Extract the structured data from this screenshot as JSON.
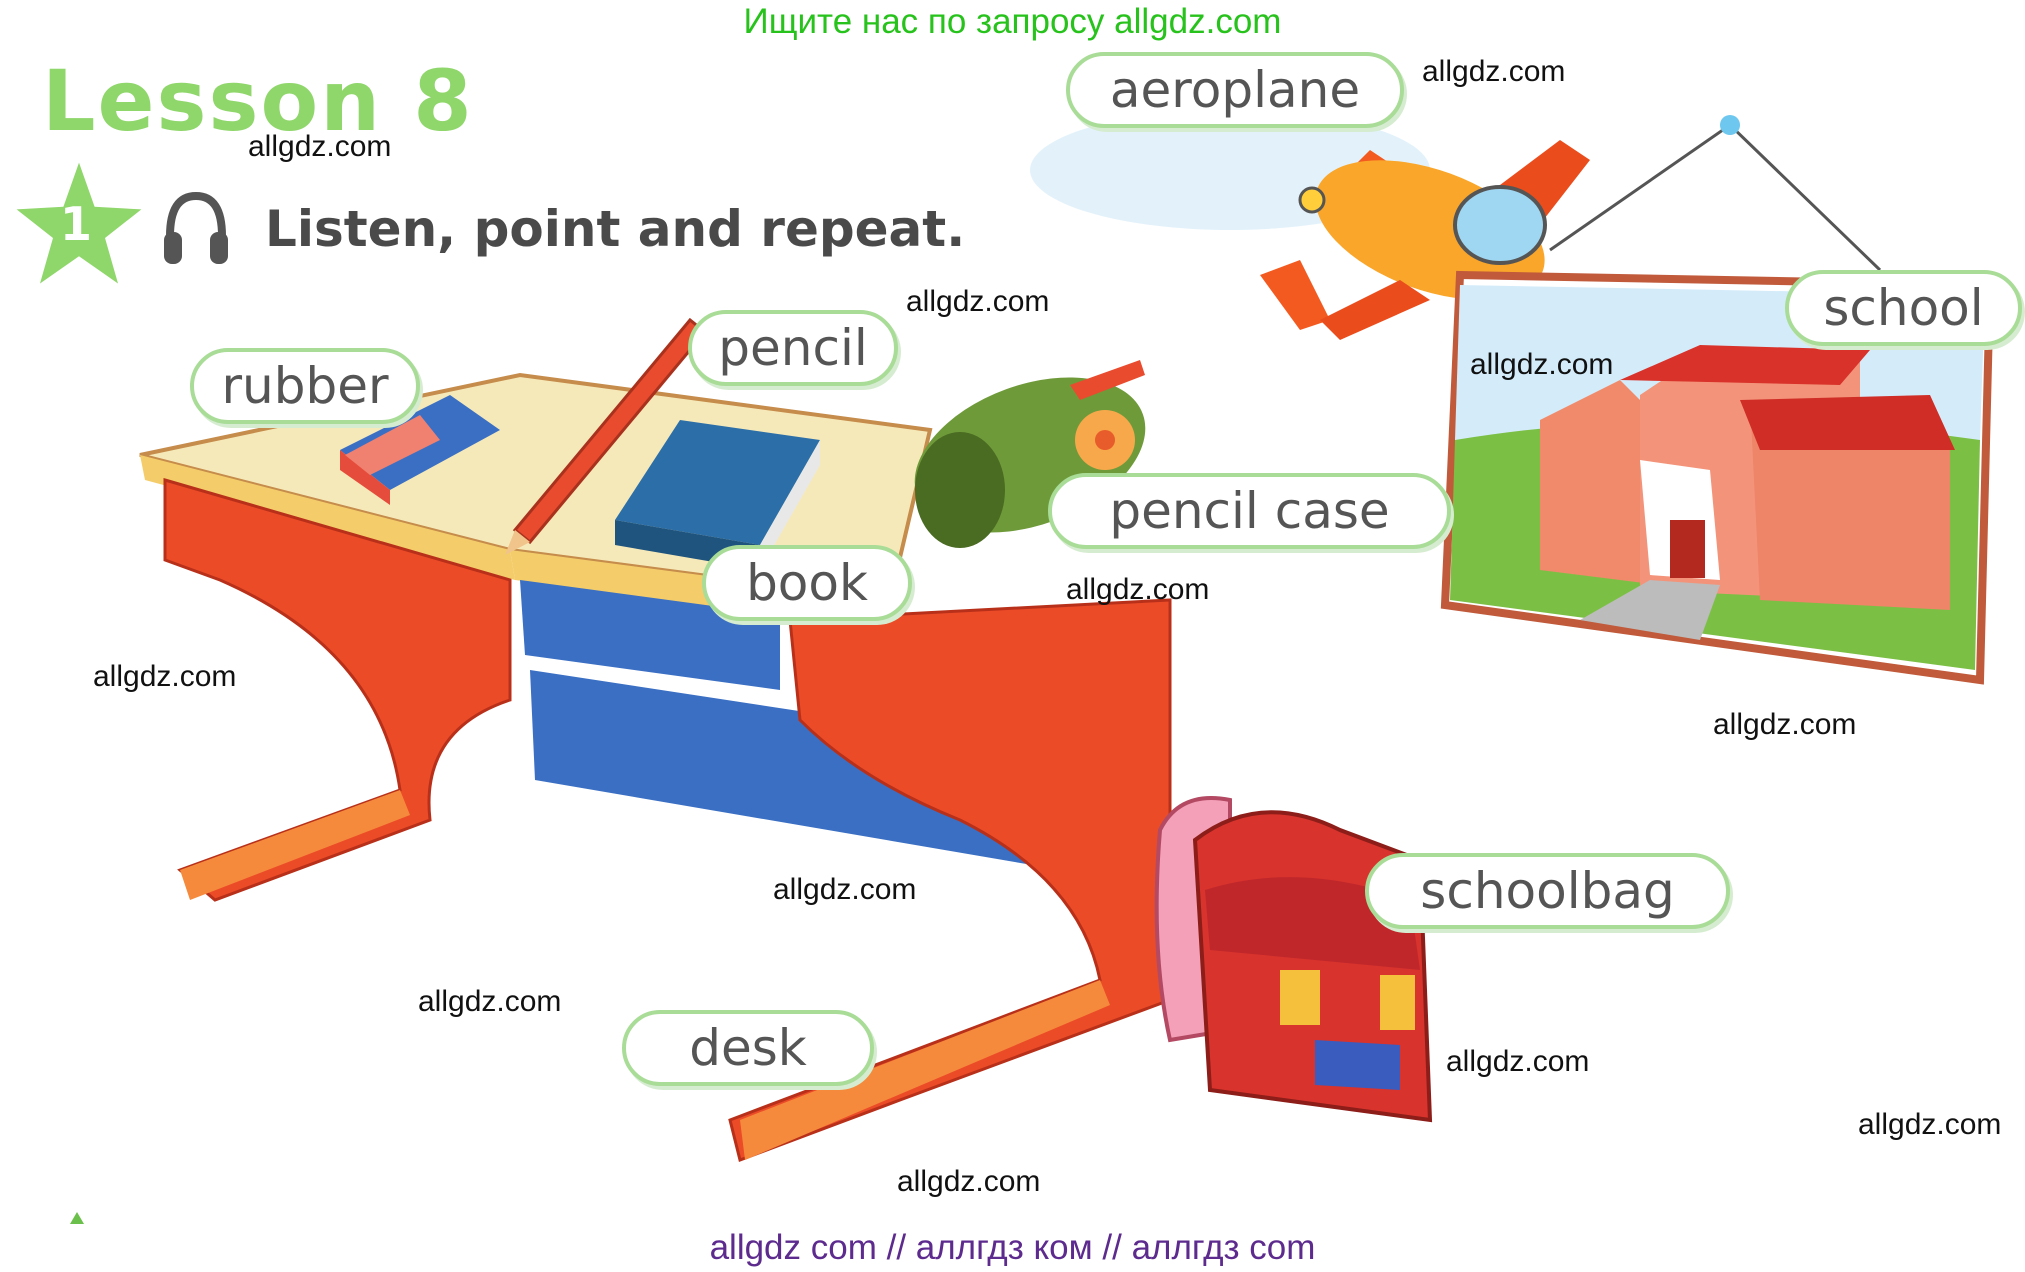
{
  "top_banner": "Ищите нас по запросу allgdz.com",
  "lesson_title": "Lesson 8",
  "exercise": {
    "number": "1",
    "instruction": "Listen, point and repeat."
  },
  "labels": {
    "aeroplane": "aeroplane",
    "school": "school",
    "pencil": "pencil",
    "rubber": "rubber",
    "pencil_case": "pencil case",
    "book": "book",
    "schoolbag": "schoolbag",
    "desk": "desk"
  },
  "watermark": "allgdz.com",
  "bottom_banner": "allgdz com  //  аллгдз ком  //  аллгдз com",
  "colors": {
    "banner_green": "#27c21b",
    "title_green": "#8fd66b",
    "label_border": "#a8dc97",
    "bottom_purple": "#5d2a8e"
  }
}
